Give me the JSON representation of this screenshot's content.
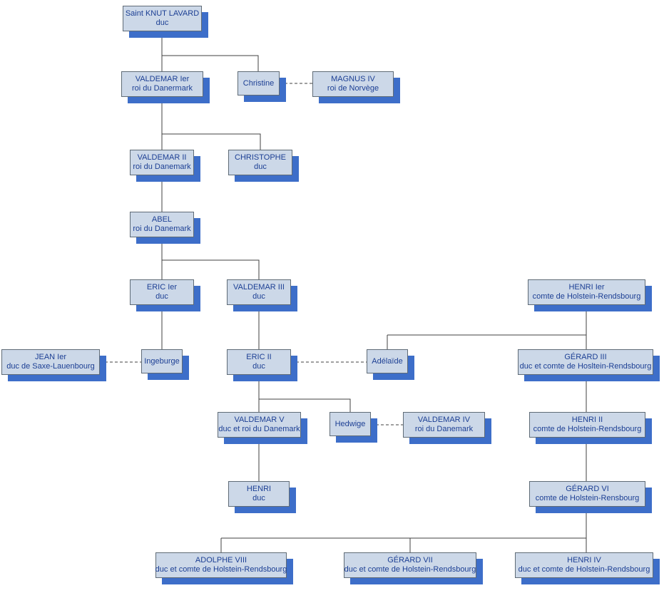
{
  "colors": {
    "background": "#ffffff",
    "box_fill": "#ccd8e8",
    "box_border": "#5f6b76",
    "box_shadow": "#3d6ec9",
    "text": "#1c3f94",
    "line": "#404040"
  },
  "nodes": {
    "knut": {
      "name": "Saint KNUT LAVARD",
      "title": "duc"
    },
    "valdemar1": {
      "name": "VALDEMAR Ier",
      "title": "roi du Danermark"
    },
    "christine": {
      "name": "Christine"
    },
    "magnus4": {
      "name": "MAGNUS IV",
      "title": "roi de Norvège"
    },
    "valdemar2": {
      "name": "VALDEMAR II",
      "title": "roi du Danemark"
    },
    "christophe": {
      "name": "CHRISTOPHE",
      "title": "duc"
    },
    "abel": {
      "name": "ABEL",
      "title": "roi du Danemark"
    },
    "eric1": {
      "name": "ERIC Ier",
      "title": "duc"
    },
    "valdemar3": {
      "name": "VALDEMAR III",
      "title": "duc"
    },
    "henri1": {
      "name": "HENRI Ier",
      "title": "comte de Holstein-Rendsbourg"
    },
    "jean1": {
      "name": "JEAN Ier",
      "title": "duc de Saxe-Lauenbourg"
    },
    "ingeburge": {
      "name": "Ingeburge"
    },
    "eric2": {
      "name": "ERIC II",
      "title": "duc"
    },
    "adelaide": {
      "name": "Adélaïde"
    },
    "gerard3": {
      "name": "GÉRARD III",
      "title": "duc et comte de Hosltein-Rendsbourg"
    },
    "valdemar5": {
      "name": "VALDEMAR V",
      "title": "duc et roi du Danemark"
    },
    "hedwige": {
      "name": "Hedwige"
    },
    "valdemar4": {
      "name": "VALDEMAR IV",
      "title": "roi du Danemark"
    },
    "henri2": {
      "name": "HENRI II",
      "title": "comte de Holstein-Rendsbourg"
    },
    "henri": {
      "name": "HENRI",
      "title": "duc"
    },
    "gerard6": {
      "name": "GÉRARD VI",
      "title": "comte de Holstein-Rensbourg"
    },
    "adolphe8": {
      "name": "ADOLPHE VIII",
      "title": "duc et comte de Holstein-Rendsbourg"
    },
    "gerard7": {
      "name": "GÉRARD VII",
      "title": "duc et comte de Holstein-Rendsbourg"
    },
    "henri4": {
      "name": "HENRI IV",
      "title": "duc et comte de Holstein-Rendsbourg"
    }
  },
  "relations": {
    "parent_child": [
      [
        "knut",
        "valdemar1"
      ],
      [
        "knut",
        "christine"
      ],
      [
        "valdemar1",
        "valdemar2"
      ],
      [
        "valdemar1",
        "christophe"
      ],
      [
        "valdemar2",
        "abel"
      ],
      [
        "abel",
        "eric1"
      ],
      [
        "abel",
        "valdemar3"
      ],
      [
        "eric1",
        "ingeburge"
      ],
      [
        "valdemar3",
        "eric2"
      ],
      [
        "henri1",
        "adelaide"
      ],
      [
        "henri1",
        "gerard3"
      ],
      [
        "eric2",
        "valdemar5"
      ],
      [
        "eric2",
        "hedwige"
      ],
      [
        "valdemar5",
        "henri"
      ],
      [
        "gerard3",
        "henri2"
      ],
      [
        "henri2",
        "gerard6"
      ],
      [
        "gerard6",
        "adolphe8"
      ],
      [
        "gerard6",
        "gerard7"
      ],
      [
        "gerard6",
        "henri4"
      ]
    ],
    "marriages": [
      [
        "christine",
        "magnus4"
      ],
      [
        "jean1",
        "ingeburge"
      ],
      [
        "eric2",
        "adelaide"
      ],
      [
        "hedwige",
        "valdemar4"
      ]
    ]
  }
}
